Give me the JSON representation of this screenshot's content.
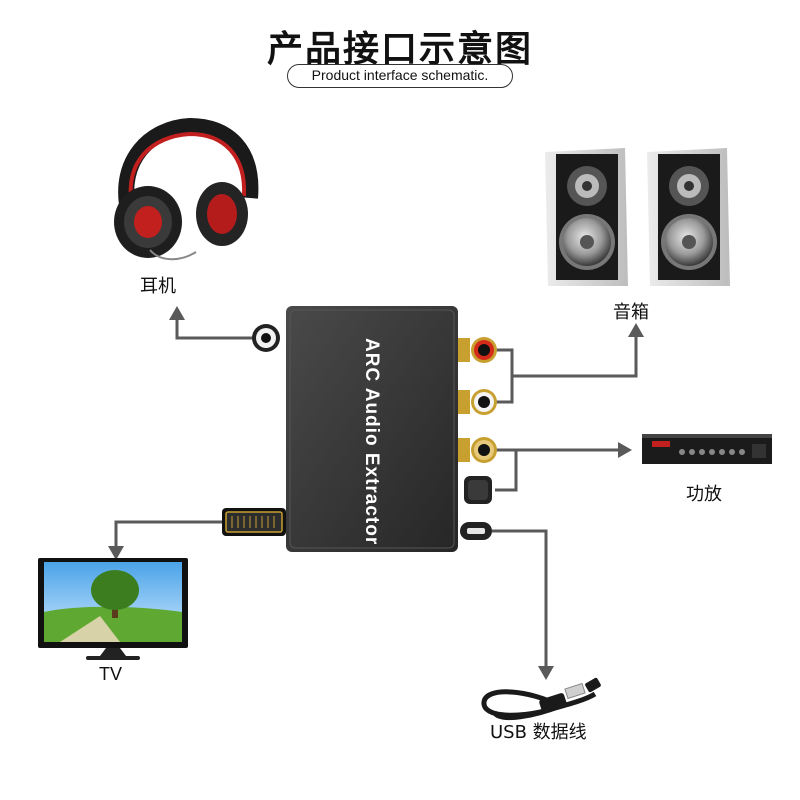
{
  "header": {
    "title": "产品接口示意图",
    "subtitle": "Product interface schematic."
  },
  "device": {
    "name": "ARC Audio Extractor",
    "body_color": "#3b3b3b"
  },
  "labels": {
    "headphones": "耳机",
    "speakers": "音箱",
    "amplifier": "功放",
    "tv": "TV",
    "usb_cable": "USB 数据线"
  },
  "colors": {
    "connector_line": "#555555",
    "gold": "#c8a030"
  }
}
